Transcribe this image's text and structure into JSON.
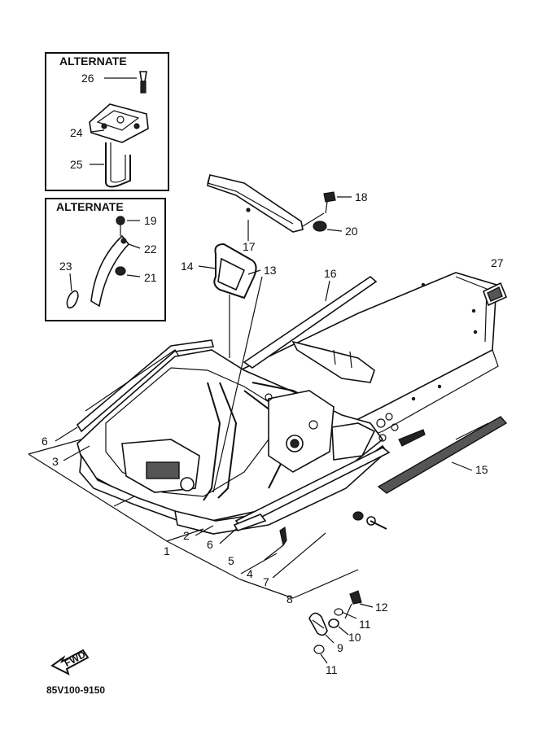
{
  "inset_top": {
    "title": "ALTERNATE",
    "labels": [
      "26",
      "24",
      "25"
    ]
  },
  "inset_bottom": {
    "title": "ALTERNATE",
    "labels": [
      "19",
      "22",
      "23",
      "21"
    ]
  },
  "callouts": {
    "c17": "17",
    "c18": "18",
    "c20": "20",
    "c14": "14",
    "c13": "13",
    "c16": "16",
    "c27": "27",
    "c6a": "6",
    "c3": "3",
    "c15": "15",
    "c2": "2",
    "c6b": "6",
    "c1": "1",
    "c5": "5",
    "c4": "4",
    "c7": "7",
    "c8": "8",
    "c12": "12",
    "c11a": "11",
    "c10": "10",
    "c9": "9",
    "c11b": "11"
  },
  "fwd_badge": "FWD",
  "diagram_code": "85V100-9150"
}
